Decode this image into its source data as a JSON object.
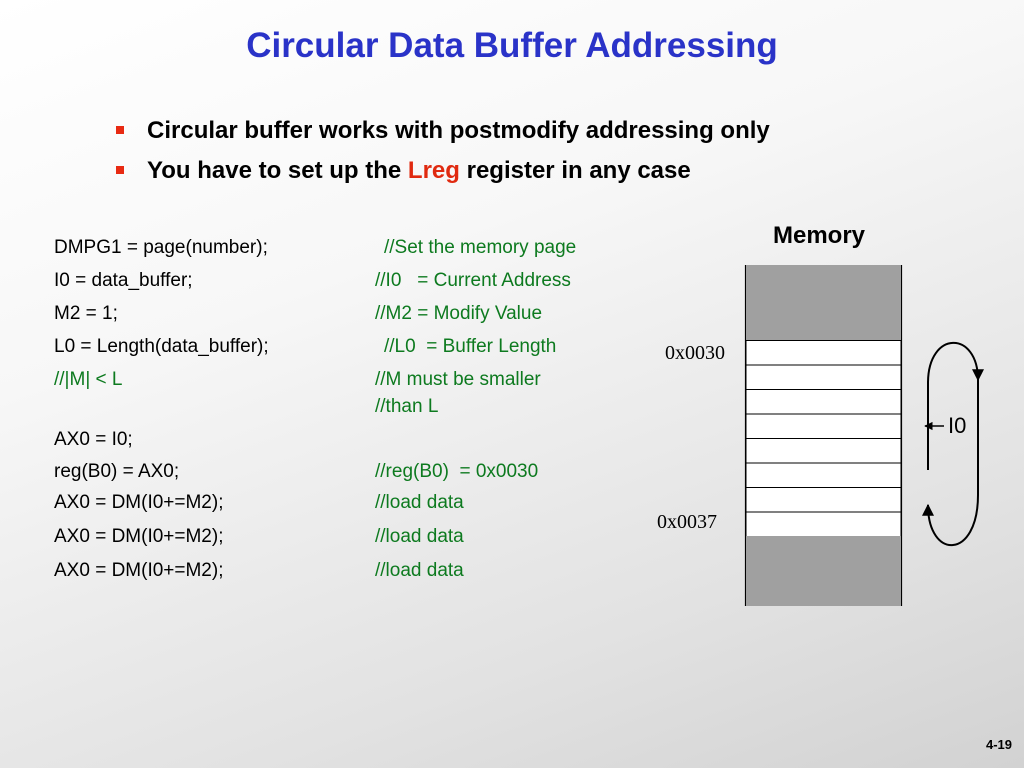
{
  "slide": {
    "title": "Circular Data Buffer Addressing",
    "number": "4-19"
  },
  "bullets": [
    {
      "parts": [
        "Circular buffer works with postmodify addressing only",
        "",
        ""
      ]
    },
    {
      "parts": [
        "You have to set up the ",
        "Lreg",
        " register in any case"
      ]
    }
  ],
  "code": [
    {
      "stmt": "DMPG1 = page(number);",
      "comment": "//Set the memory page"
    },
    {
      "stmt": "I0 = data_buffer;",
      "comment": "//I0   = Current Address"
    },
    {
      "stmt": "M2 = 1;",
      "comment": "//M2 = Modify Value"
    },
    {
      "stmt": "L0 = Length(data_buffer);",
      "comment": "//L0  = Buffer Length"
    },
    {
      "stmt": "//|M| < L",
      "comment": "//M must be smaller"
    },
    {
      "stmt": "",
      "comment": "//than L"
    },
    {
      "stmt": "AX0 = I0;",
      "comment": ""
    },
    {
      "stmt": "reg(B0) = AX0;",
      "comment": "//reg(B0)  = 0x0030"
    },
    {
      "stmt": "AX0 = DM(I0+=M2);",
      "comment": "//load data"
    },
    {
      "stmt": "AX0 = DM(I0+=M2);",
      "comment": "//load data"
    },
    {
      "stmt": "AX0 = DM(I0+=M2);",
      "comment": "//load data"
    }
  ],
  "memory": {
    "title": "Memory",
    "start_address": "0x0030",
    "end_address": "0x0037",
    "pointer_label": "I0",
    "buffer_cells": 8,
    "colors": {
      "reserved": "#a0a0a0",
      "buffer": "#ffffff"
    }
  },
  "colors": {
    "title": "#2a33c8",
    "comment": "#0d7a1f",
    "highlight": "#e02a10",
    "bullet": "#e82a12"
  }
}
